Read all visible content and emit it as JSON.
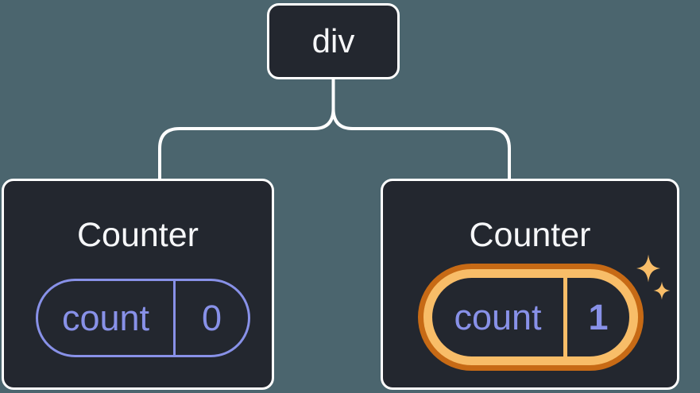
{
  "diagram": {
    "description": "React component tree: a div parent with two Counter children; second Counter state is highlighted as freshly updated",
    "colors": {
      "background": "#4b656e",
      "node_background": "#23272f",
      "node_border": "#ffffff",
      "connector_line": "#ffffff",
      "state_purple": "#8891e8",
      "highlight_orange_light": "#f8bd68",
      "highlight_orange_dark": "#c76a15",
      "title_text": "#f6f7f9"
    },
    "root": {
      "label": "div"
    },
    "children": [
      {
        "title": "Counter",
        "highlighted": false,
        "state": {
          "key": "count",
          "value": "0"
        }
      },
      {
        "title": "Counter",
        "highlighted": true,
        "state": {
          "key": "count",
          "value": "1"
        }
      }
    ],
    "icons": [
      "sparkles-icon"
    ]
  }
}
